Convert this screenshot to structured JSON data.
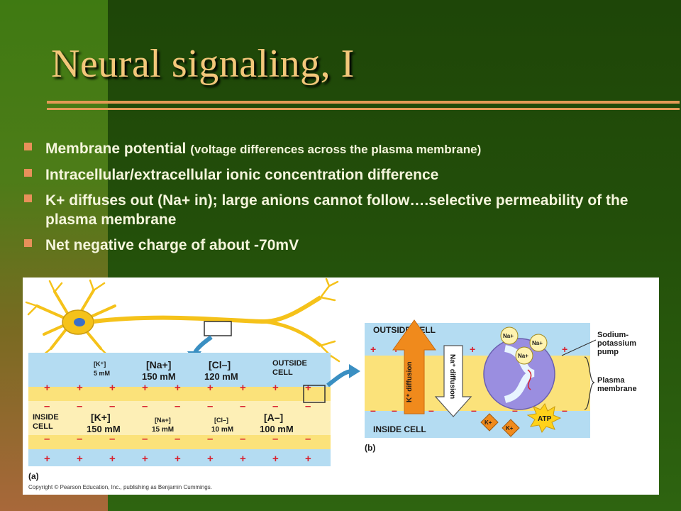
{
  "slide": {
    "title": "Neural signaling, I",
    "bullets": [
      {
        "main": "Membrane potential ",
        "detail": "(voltage differences across the plasma membrane)"
      },
      {
        "main": "Intracellular/extracellular ionic concentration difference",
        "detail": ""
      },
      {
        "main": "K+ diffuses out (Na+ in); large anions cannot follow….selective permeability of the plasma membrane",
        "detail": ""
      },
      {
        "main": "Net negative charge of about -70mV",
        "detail": ""
      }
    ]
  },
  "figure": {
    "panel_a": {
      "outside_label_1": "OUTSIDE",
      "outside_label_2": "CELL",
      "inside_label_1": "INSIDE",
      "inside_label_2": "CELL",
      "outside_ions": [
        {
          "ion": "[K⁺]",
          "conc": "5 mM"
        },
        {
          "ion": "[Na+]",
          "conc": "150 mM"
        },
        {
          "ion": "[Cl–]",
          "conc": "120 mM"
        }
      ],
      "inside_ions": [
        {
          "ion": "[K+]",
          "conc": "150 mM"
        },
        {
          "ion": "[Na+]",
          "conc": "15 mM"
        },
        {
          "ion": "[Cl–]",
          "conc": "10 mM"
        },
        {
          "ion": "[A–]",
          "conc": "100 mM"
        }
      ],
      "plus": "+",
      "minus": "–",
      "letter": "(a)"
    },
    "panel_b": {
      "outside_cell": "OUTSIDE CELL",
      "inside_cell": "INSIDE CELL",
      "k_diffusion": "K⁺ diffusion",
      "na_diffusion": "Na⁺ diffusion",
      "na_ion": "Na+",
      "k_ion": "K+",
      "atp": "ATP",
      "pump_label_1": "Sodium-",
      "pump_label_2": "potassium",
      "pump_label_3": "pump",
      "membrane_label_1": "Plasma",
      "membrane_label_2": "membrane",
      "letter": "(b)"
    },
    "copyright": "Copyright © Pearson Education, Inc., publishing as Benjamin Cummings."
  },
  "colors": {
    "title": "#f3c77a",
    "bullet_text": "#f5f5dc",
    "bullet_marker": "#e8905a",
    "rule": "#e39a55",
    "fluid_blue": "#b4dcf2",
    "membrane_yellow": "#fbe27a",
    "plus_red": "#d8202e",
    "arrow_orange": "#f08a1c",
    "pump_purple": "#9a8ee0"
  }
}
